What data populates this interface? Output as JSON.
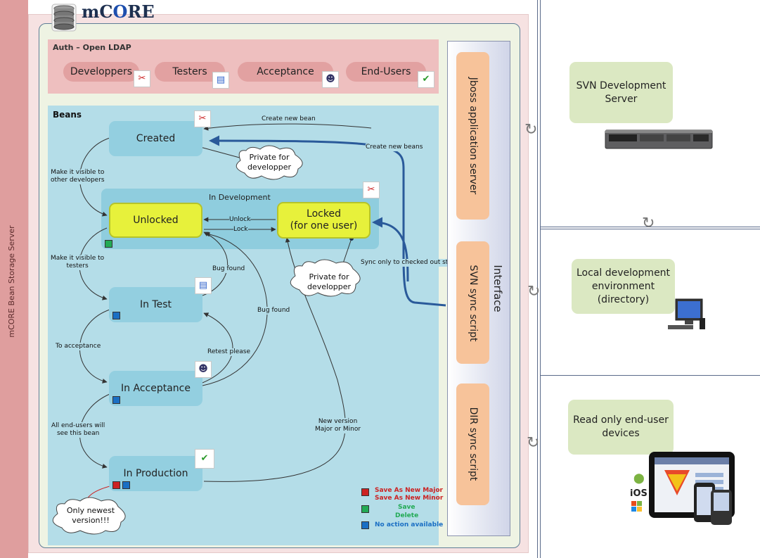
{
  "logo": {
    "text": "mC",
    "text2": "RE",
    "icon": "database-icon"
  },
  "storage_server": {
    "label": "mCORE Bean Storage Server"
  },
  "auth": {
    "title": "Auth – Open LDAP",
    "roles": [
      {
        "label": "Developpers",
        "icon": "developer-icon"
      },
      {
        "label": "Testers",
        "icon": "tester-icon"
      },
      {
        "label": "Acceptance",
        "icon": "acceptance-icon"
      },
      {
        "label": "End-Users",
        "icon": "end-user-icon"
      }
    ]
  },
  "beans": {
    "title": "Beans",
    "in_development": "In Development",
    "states": {
      "created": "Created",
      "unlocked": "Unlocked",
      "locked": "Locked\n(for one user)",
      "in_test": "In Test",
      "in_acceptance": "In Acceptance",
      "in_production": "In Production"
    },
    "arrows": {
      "create_new_bean": "Create new bean",
      "create_new_beans": "Create new beans",
      "make_visible_devs": "Make it visible to\nother developers",
      "unlock": "Unlock",
      "lock": "Lock",
      "make_visible_testers": "Make it visible to\ntesters",
      "bug_found_1": "Bug found",
      "bug_found_2": "Bug found",
      "sync_only": "Sync only to checked out state",
      "to_acceptance": "To acceptance",
      "retest_please": "Retest please",
      "all_end_users": "All end-users will\nsee this bean",
      "new_version": "New version\nMajor or Minor"
    },
    "callouts": {
      "private_1": "Private for\ndevelopper",
      "private_2": "Private for\ndevelopper",
      "only_newest": "Only newest\nversion!!!"
    }
  },
  "legend": {
    "items": [
      {
        "lines": [
          "Save As New Major",
          "Save As New Minor"
        ],
        "color": "#cc2222"
      },
      {
        "lines": [
          "Save",
          "Delete"
        ],
        "color": "#22aa55"
      },
      {
        "lines": [
          "No action available"
        ],
        "color": "#1a6fc4"
      }
    ]
  },
  "interface": {
    "label": "Interface",
    "jboss": "Jboss application server",
    "svn_sync": "SVN sync script",
    "dir_sync": "DIR sync script"
  },
  "right": {
    "svn_server": "SVN Development\nServer",
    "local_env": "Local development\nenvironment\n(directory)",
    "readonly": "Read only end-user\ndevices",
    "ios": "iOS"
  },
  "colors": {
    "auth_bg": "#eebfbf",
    "beans_bg": "#b4dde8",
    "state_blue": "#93cfe0",
    "state_yellow": "#e7f13b",
    "interface_orange": "#f7c39a",
    "right_green": "#dbe8c2",
    "arrow_dark": "#2a5a9a"
  }
}
